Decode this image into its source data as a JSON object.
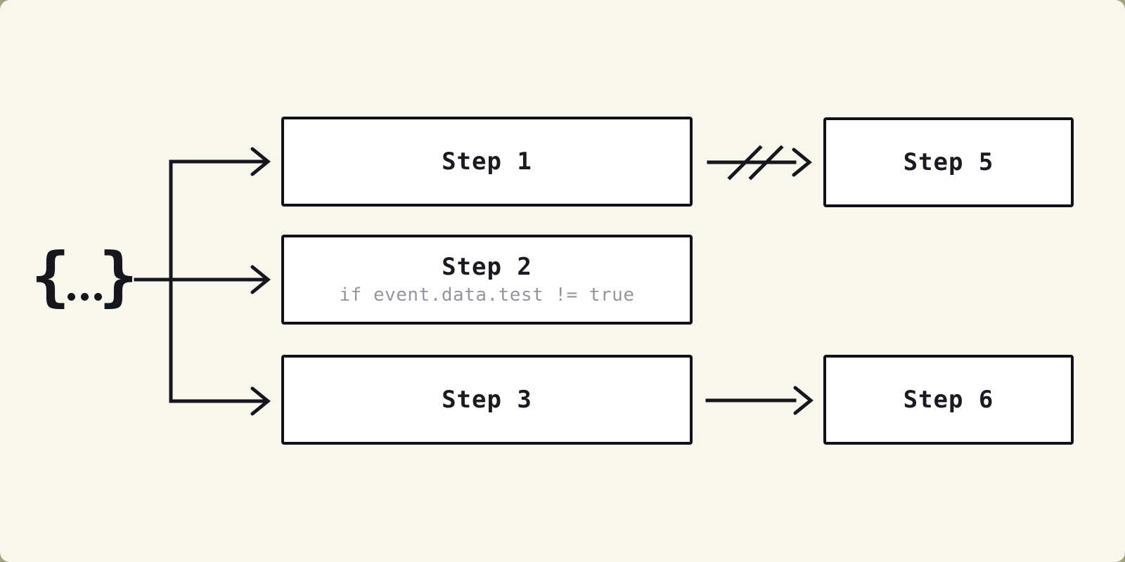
{
  "diagram": {
    "type": "workflow",
    "colors": {
      "background": "#f8f7ee",
      "stroke": "#16161d",
      "node_fill": "#ffffff",
      "node_border": "#10101a",
      "title_text": "#1a1a22",
      "condition_text": "#94959d"
    },
    "trigger": {
      "icon": "event-payload-braces-icon",
      "left_brace": "{",
      "right_brace": "}",
      "dot_count": 3
    },
    "steps": [
      {
        "id": "step1",
        "label": "Step 1",
        "condition": ""
      },
      {
        "id": "step2",
        "label": "Step 2",
        "condition": "if event.data.test != true"
      },
      {
        "id": "step3",
        "label": "Step 3",
        "condition": ""
      },
      {
        "id": "step5",
        "label": "Step 5",
        "condition": ""
      },
      {
        "id": "step6",
        "label": "Step 6",
        "condition": ""
      }
    ],
    "edges": [
      {
        "from": "trigger",
        "to": "step1",
        "style": "arrow"
      },
      {
        "from": "trigger",
        "to": "step2",
        "style": "arrow"
      },
      {
        "from": "trigger",
        "to": "step3",
        "style": "arrow"
      },
      {
        "from": "step1",
        "to": "step5",
        "style": "arrow-cancelled"
      },
      {
        "from": "step3",
        "to": "step6",
        "style": "arrow"
      }
    ]
  }
}
